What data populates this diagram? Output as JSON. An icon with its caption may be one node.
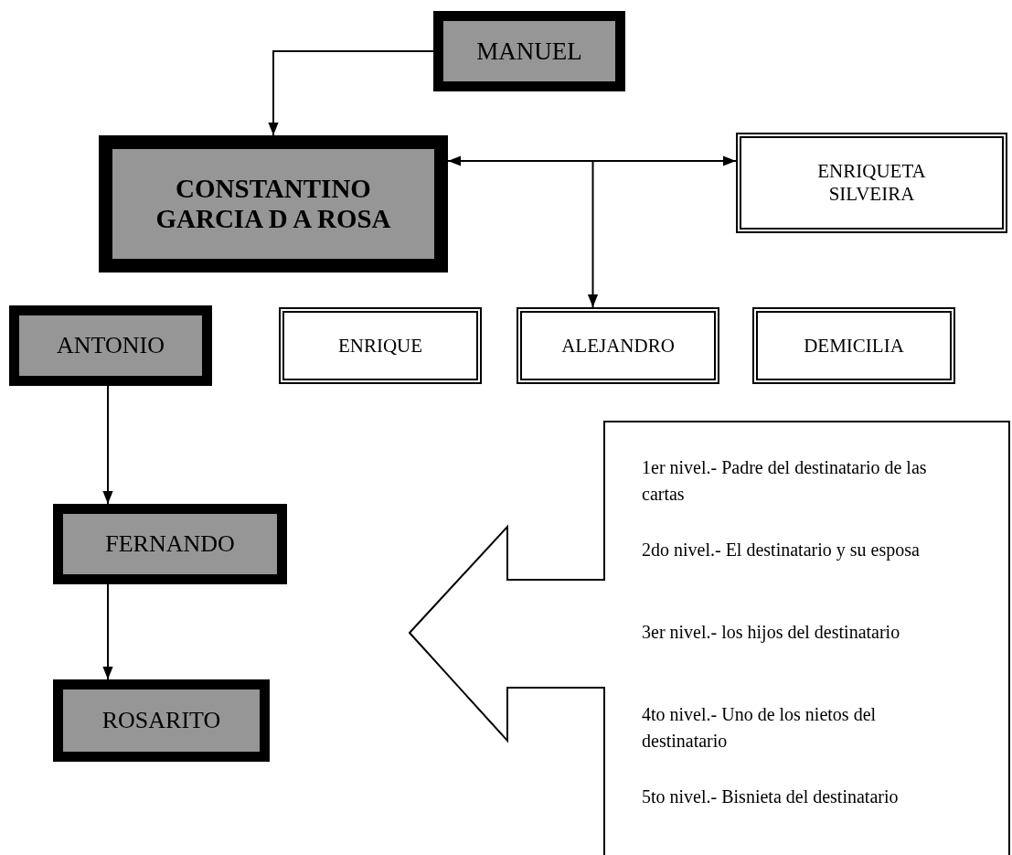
{
  "diagram": {
    "nodes": [
      {
        "text": [
          "MANUEL"
        ]
      },
      {
        "text": [
          "CONSTANTINO GARCIA D A ROSA"
        ]
      },
      {
        "text": [
          "ENRIQUETA SILVEIRA"
        ]
      },
      {
        "text": [
          "ANTONIO"
        ]
      },
      {
        "text": [
          "ENRIQUE"
        ]
      },
      {
        "text": [
          "ALEJANDRO"
        ]
      },
      {
        "text": [
          "DEMICILIA"
        ]
      },
      {
        "text": [
          "FERNANDO"
        ]
      },
      {
        "text": [
          "ROSARITO"
        ]
      },
      {
        "text": [
          "1er nivel.- Padre del destinatario de las cartas",
          "2do nivel.- El destinatario y su esposa",
          "3er nivel.- los hijos del destinatario",
          "4to nivel.- Uno de los nietos del destinatario",
          "5to nivel.- Bisnieta del destinatario"
        ]
      }
    ],
    "edges": [
      {
        "from": 0,
        "to": 1,
        "arrow": "to"
      },
      {
        "from": 1,
        "to": 2,
        "arrow": "both"
      },
      {
        "from": null,
        "to": 5,
        "arrow": "to"
      },
      {
        "from": 3,
        "to": 7,
        "arrow": "to"
      },
      {
        "from": 7,
        "to": 8,
        "arrow": "to"
      }
    ]
  }
}
